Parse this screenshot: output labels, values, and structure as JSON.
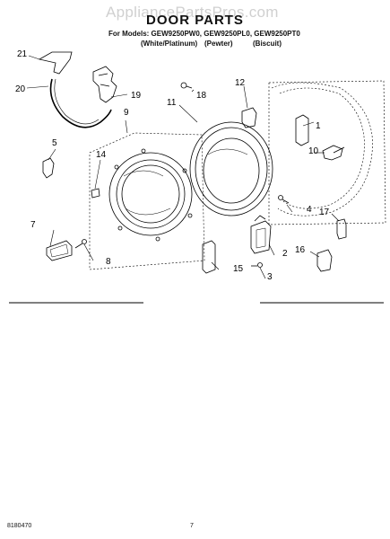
{
  "watermark": "AppliancePartsPros.com",
  "header": {
    "title": "DOOR PARTS",
    "models_line": "For Models: GEW9250PW0, GEW9250PL0, GEW9250PT0",
    "finishes": [
      "(White/Platinum)",
      "(Pewter)",
      "(Biscuit)"
    ]
  },
  "callouts": [
    "1",
    "2",
    "3",
    "4",
    "5",
    "7",
    "8",
    "9",
    "10",
    "11",
    "12",
    "14",
    "15",
    "16",
    "17",
    "18",
    "19",
    "20",
    "21"
  ],
  "footer": {
    "doc_number": "8180470",
    "page_number": "7"
  },
  "colors": {
    "line": "#000000",
    "watermark": "#d0d0d0"
  }
}
